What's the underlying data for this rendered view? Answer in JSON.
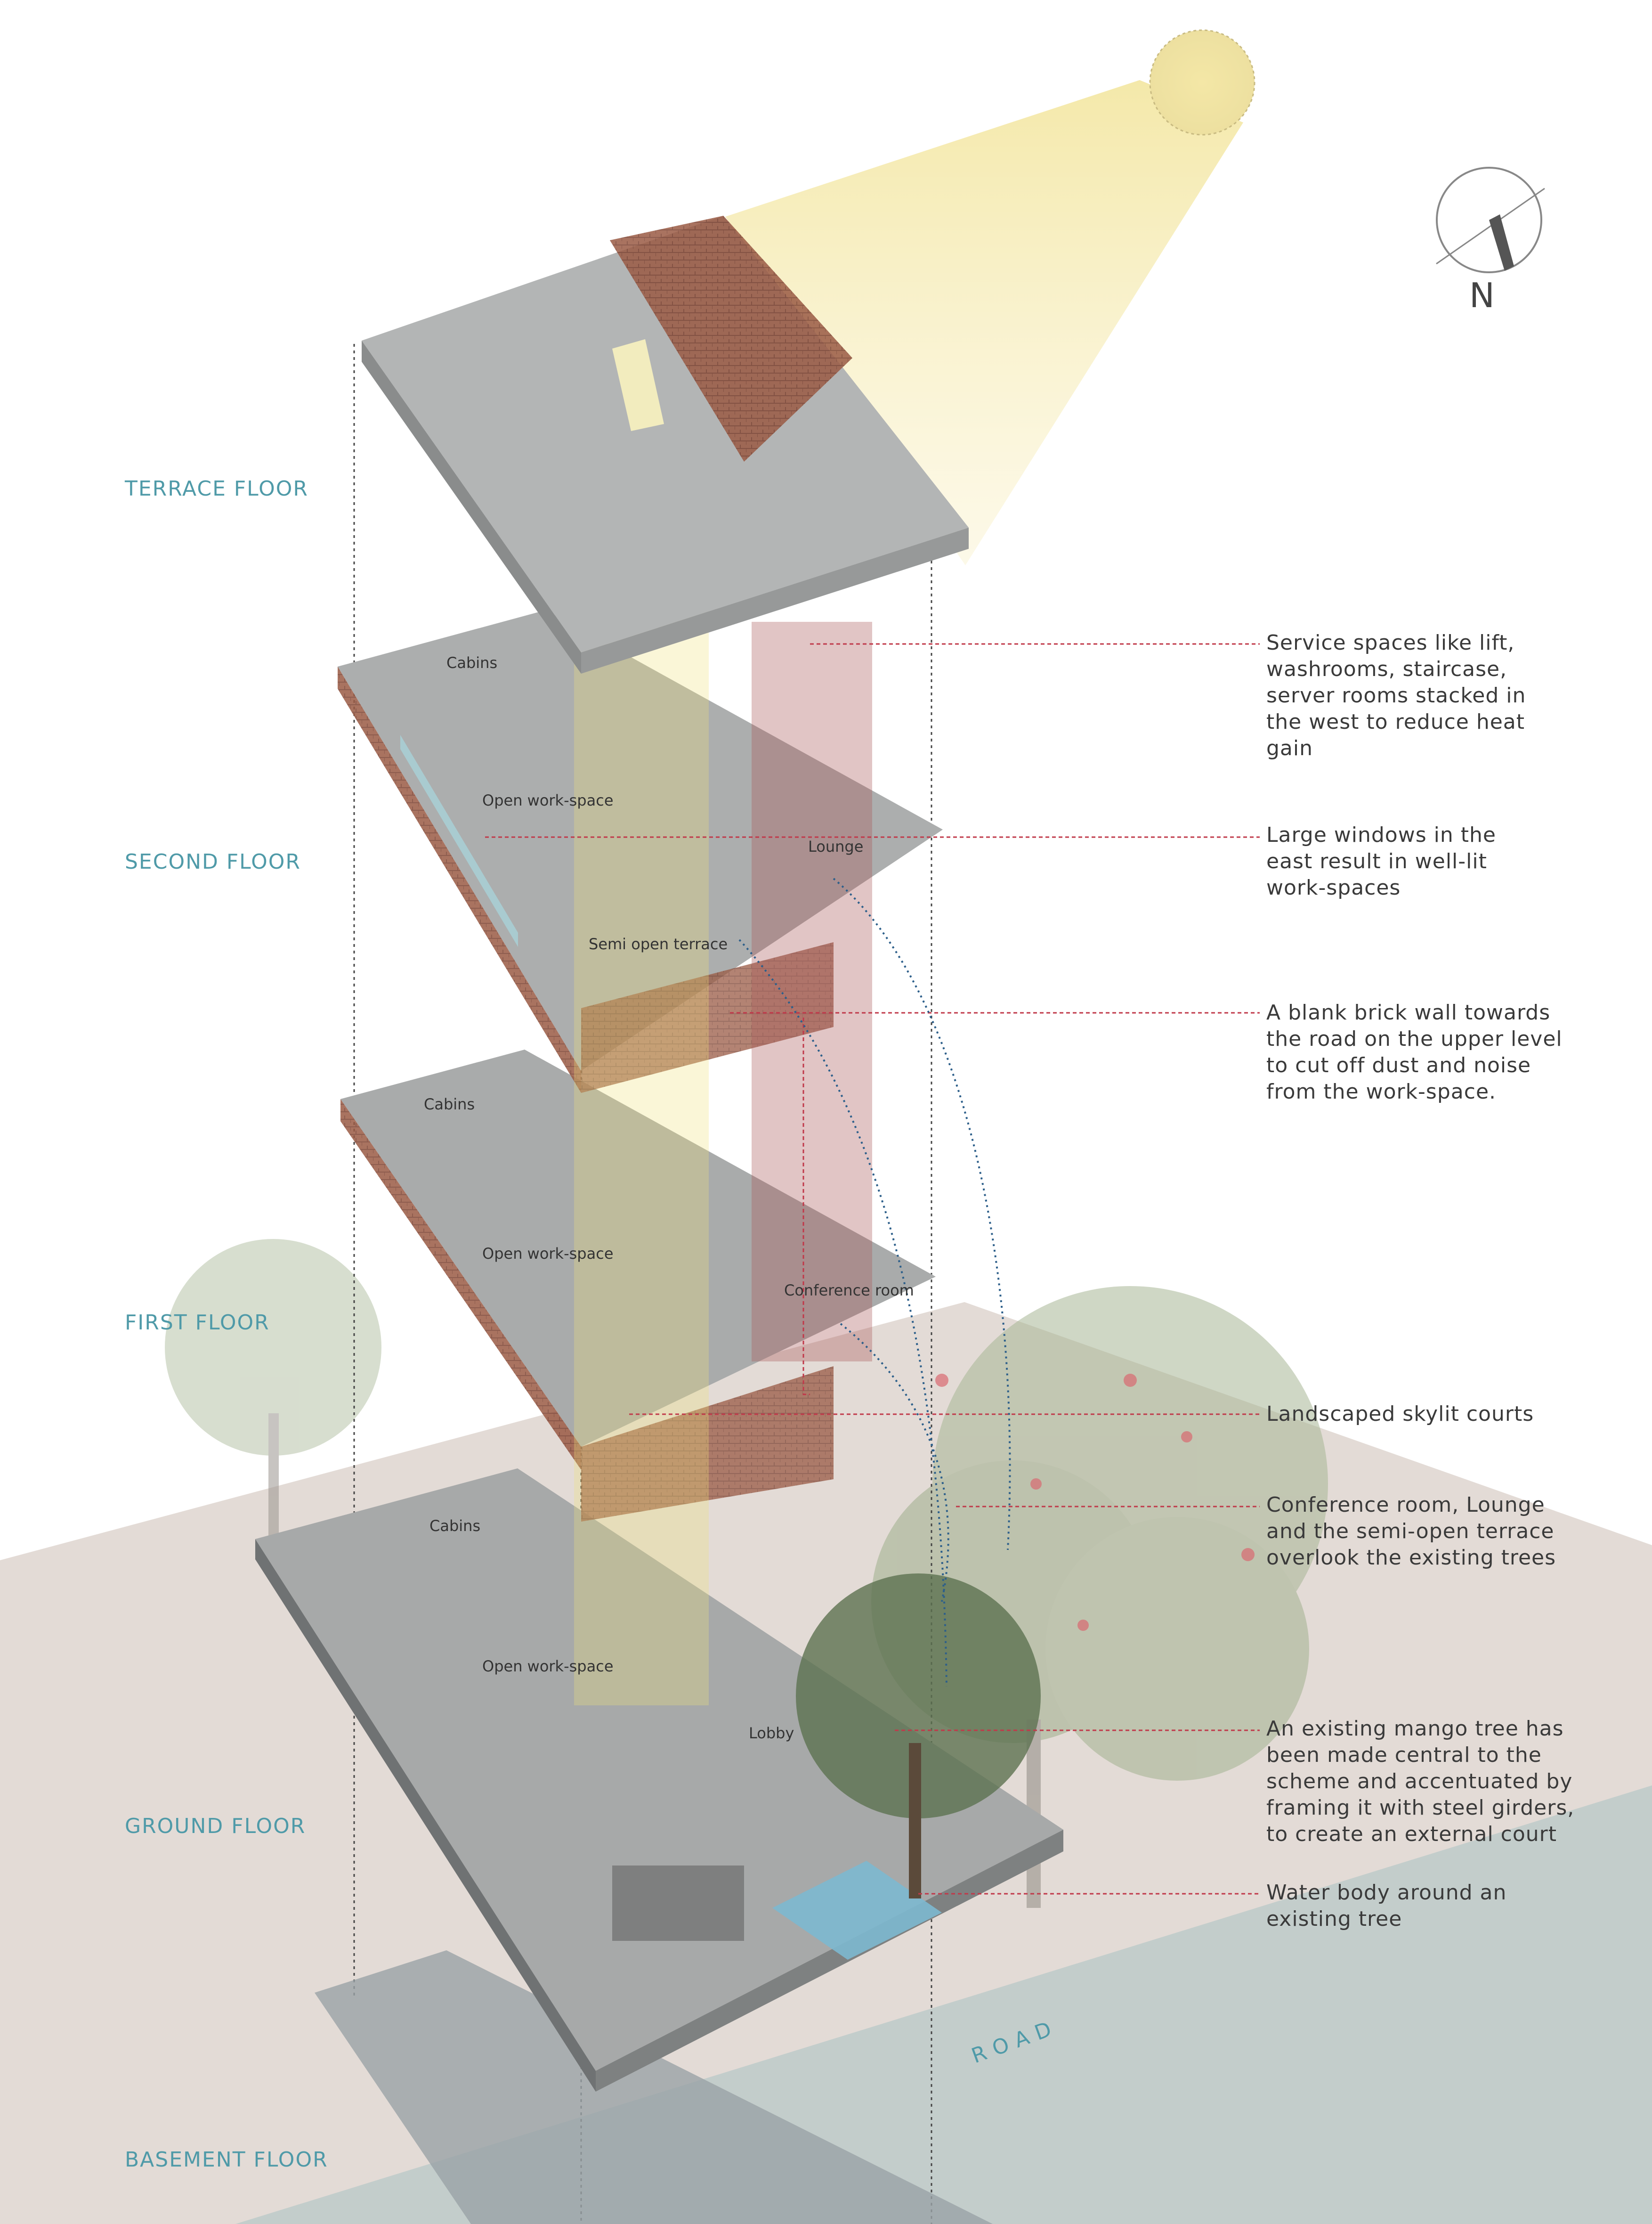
{
  "floors": {
    "terrace": "TERRACE FLOOR",
    "second": "SECOND FLOOR",
    "first": "FIRST FLOOR",
    "ground": "GROUND FLOOR",
    "basement": "BASEMENT FLOOR"
  },
  "rooms": {
    "second_cabins": "Cabins",
    "second_open": "Open work-space",
    "second_lounge": "Lounge",
    "second_terrace": "Semi open terrace",
    "first_cabins": "Cabins",
    "first_open": "Open work-space",
    "first_conference": "Conference room",
    "ground_cabins": "Cabins",
    "ground_open": "Open work-space",
    "ground_lobby": "Lobby"
  },
  "road_label": "ROAD",
  "compass": {
    "north": "N"
  },
  "annotations": [
    {
      "lines": [
        "Service spaces like lift,",
        "washrooms, staircase,",
        "server rooms stacked in",
        "the west to reduce heat",
        "gain"
      ]
    },
    {
      "lines": [
        "Large windows in the",
        "east result in well-lit",
        "work-spaces"
      ]
    },
    {
      "lines": [
        "A blank brick wall towards",
        "the road on the upper level",
        "to cut off dust and noise",
        "from the work-space."
      ]
    },
    {
      "lines": [
        "Landscaped skylit courts"
      ]
    },
    {
      "lines": [
        "Conference room, Lounge",
        "and the semi-open terrace",
        "overlook the existing trees"
      ]
    },
    {
      "lines": [
        "An existing mango tree has",
        "been made central to the",
        "scheme and accentuated by",
        "framing it with steel girders,",
        "to create an external court"
      ]
    },
    {
      "lines": [
        "Water body around an",
        "existing tree"
      ]
    }
  ],
  "colors": {
    "label_teal": "#4f9aa8",
    "leader_red": "#c0394a",
    "service_core": "#a85a5a",
    "light_shaft": "#efe27a",
    "ground": "#e3dbd6",
    "road": "#c3cdcb"
  }
}
